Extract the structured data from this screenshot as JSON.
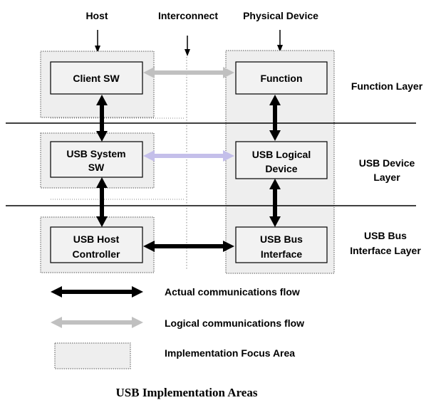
{
  "header": {
    "host": "Host",
    "interconnect": "Interconnect",
    "physical_device": "Physical Device"
  },
  "host_boxes": {
    "client_sw": "Client SW",
    "usb_system_sw": [
      "USB System",
      "SW"
    ],
    "usb_host_controller": [
      "USB Host",
      "Controller"
    ]
  },
  "device_boxes": {
    "function": "Function",
    "usb_logical_device": [
      "USB Logical",
      "Device"
    ],
    "usb_bus_interface": [
      "USB Bus",
      "Interface"
    ]
  },
  "layers": {
    "function_layer": "Function Layer",
    "usb_device_layer": [
      "USB Device",
      "Layer"
    ],
    "usb_bus_interface_layer": [
      "USB Bus",
      "Interface Layer"
    ]
  },
  "legend": {
    "actual": "Actual communications flow",
    "logical": "Logical communications flow",
    "focus_area": "Implementation Focus Area"
  },
  "caption": "USB Implementation Areas",
  "colors": {
    "actual_arrow": "#000000",
    "logical_arrow_gray": "#c0c0c0",
    "logical_arrow_lavender": "#c4bfea",
    "focus_fill": "#eeeeee",
    "box_fill": "#f2f2f2"
  }
}
